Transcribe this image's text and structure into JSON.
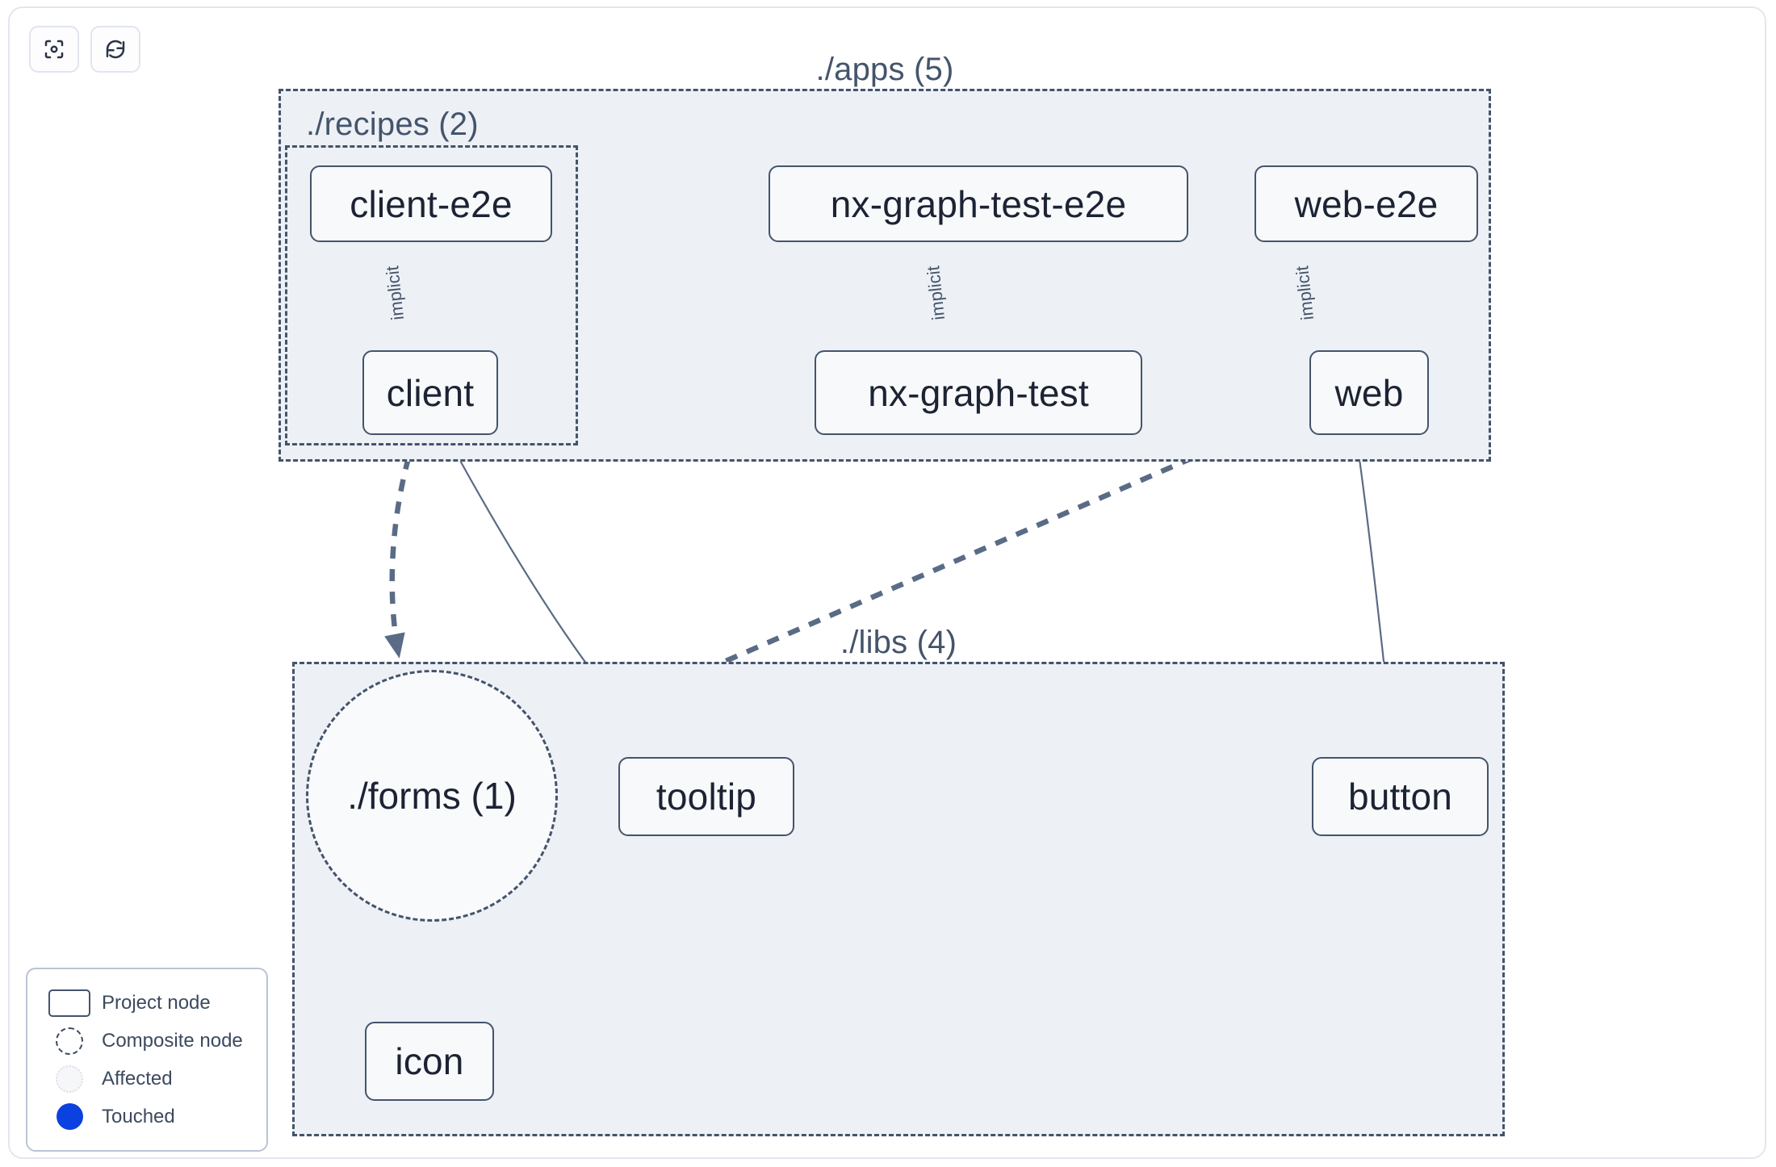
{
  "toolbar": {
    "buttons": [
      {
        "name": "focus-graph-button",
        "icon": "focus-icon",
        "label": ""
      },
      {
        "name": "refresh-graph-button",
        "icon": "refresh-icon",
        "label": ""
      }
    ]
  },
  "graph": {
    "groups": [
      {
        "id": "apps",
        "label": "./apps (5)",
        "count": 5
      },
      {
        "id": "recipes",
        "label": "./recipes (2)",
        "count": 2
      },
      {
        "id": "libs",
        "label": "./libs (4)",
        "count": 4
      }
    ],
    "nodes": [
      {
        "id": "client-e2e",
        "label": "client-e2e",
        "type": "project",
        "group": "recipes"
      },
      {
        "id": "client",
        "label": "client",
        "type": "project",
        "group": "recipes"
      },
      {
        "id": "nx-graph-test-e2e",
        "label": "nx-graph-test-e2e",
        "type": "project",
        "group": "apps"
      },
      {
        "id": "nx-graph-test",
        "label": "nx-graph-test",
        "type": "project",
        "group": "apps"
      },
      {
        "id": "web-e2e",
        "label": "web-e2e",
        "type": "project",
        "group": "apps"
      },
      {
        "id": "web",
        "label": "web",
        "type": "project",
        "group": "apps"
      },
      {
        "id": "forms",
        "label": "./forms (1)",
        "type": "composite",
        "group": "libs"
      },
      {
        "id": "tooltip",
        "label": "tooltip",
        "type": "project",
        "group": "libs"
      },
      {
        "id": "button",
        "label": "button",
        "type": "project",
        "group": "libs"
      },
      {
        "id": "icon",
        "label": "icon",
        "type": "project",
        "group": "libs"
      }
    ],
    "edges": [
      {
        "from": "client-e2e",
        "to": "client",
        "label": "implicit",
        "style": "solid"
      },
      {
        "from": "nx-graph-test-e2e",
        "to": "nx-graph-test",
        "label": "implicit",
        "style": "solid"
      },
      {
        "from": "web-e2e",
        "to": "web",
        "label": "implicit",
        "style": "solid"
      },
      {
        "from": "client",
        "to": "forms",
        "label": "",
        "style": "dashed"
      },
      {
        "from": "client",
        "to": "tooltip",
        "label": "",
        "style": "solid"
      },
      {
        "from": "web",
        "to": "forms",
        "label": "",
        "style": "dashed"
      },
      {
        "from": "web",
        "to": "button",
        "label": "",
        "style": "solid"
      },
      {
        "from": "forms",
        "to": "icon",
        "label": "",
        "style": "dashed"
      }
    ]
  },
  "legend": {
    "items": [
      {
        "swatch": "project-node-swatch",
        "label": "Project node"
      },
      {
        "swatch": "composite-node-swatch",
        "label": "Composite node"
      },
      {
        "swatch": "affected-swatch",
        "label": "Affected"
      },
      {
        "swatch": "touched-swatch",
        "label": "Touched"
      }
    ]
  },
  "colors": {
    "group_fill": "#edf0f5",
    "node_fill": "#f7f9fb",
    "stroke": "#44546b",
    "edge": "#5a6b85",
    "touched": "#0b41de",
    "panel_border": "#e2e6ee"
  }
}
